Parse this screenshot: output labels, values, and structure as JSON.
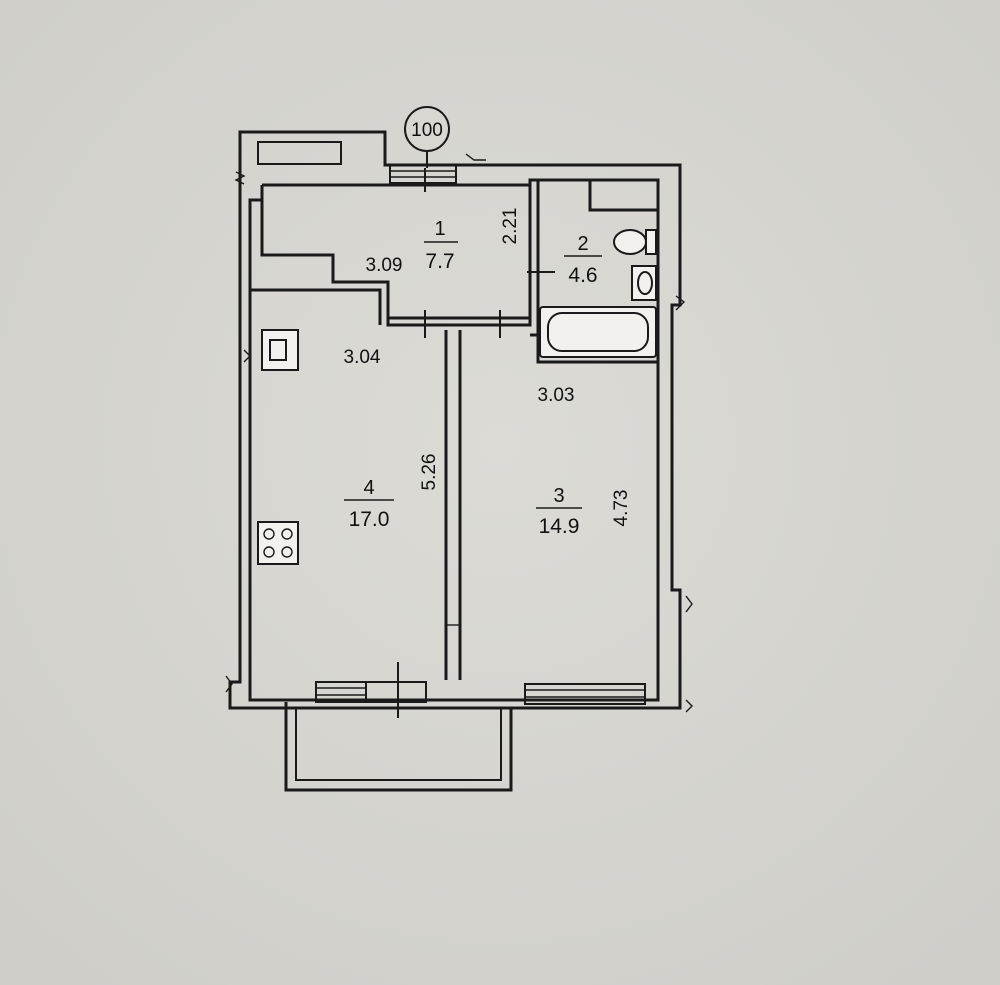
{
  "axis_marker": {
    "label": "100"
  },
  "rooms": [
    {
      "number": "1",
      "area": "7.7"
    },
    {
      "number": "2",
      "area": "4.6"
    },
    {
      "number": "3",
      "area": "14.9"
    },
    {
      "number": "4",
      "area": "17.0"
    }
  ],
  "dimensions": {
    "room1_width": "3.09",
    "room1_depth": "2.21",
    "room4_width": "3.04",
    "room4_length": "5.26",
    "room3_width": "3.03",
    "room3_length": "4.73"
  }
}
